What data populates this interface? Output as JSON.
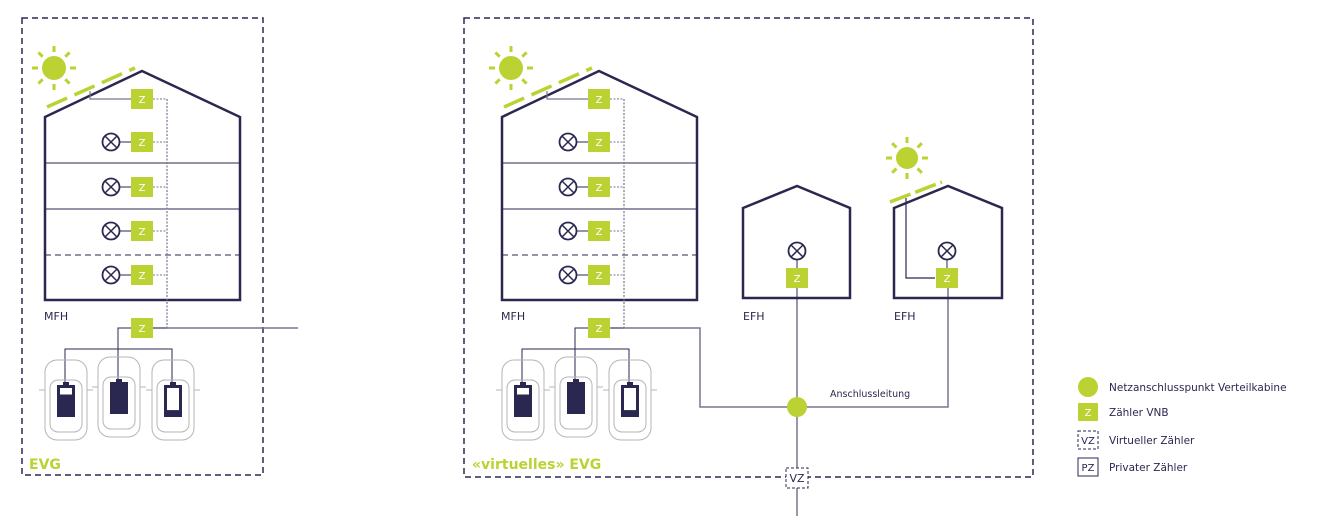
{
  "colors": {
    "accent": "#bcd232",
    "line": "#2a2850",
    "wire": "#77758f",
    "car": "#b5b5b5"
  },
  "meter_label": "Z",
  "left_group": {
    "title": "EVG",
    "building_label": "MFH"
  },
  "right_group": {
    "title": "«virtuelles» EVG",
    "building_label": "MFH",
    "efh1_label": "EFH",
    "efh2_label": "EFH",
    "line_label": "Anschlussleitung",
    "virtual_meter_label": "VZ"
  },
  "legend": [
    {
      "symbol": "circle",
      "label": "Netzanschlusspunkt Verteilkabine"
    },
    {
      "symbol": "Z",
      "label": "Zähler VNB"
    },
    {
      "symbol": "VZ",
      "label": "Virtueller Zähler"
    },
    {
      "symbol": "PZ",
      "label": "Privater Zähler"
    }
  ]
}
